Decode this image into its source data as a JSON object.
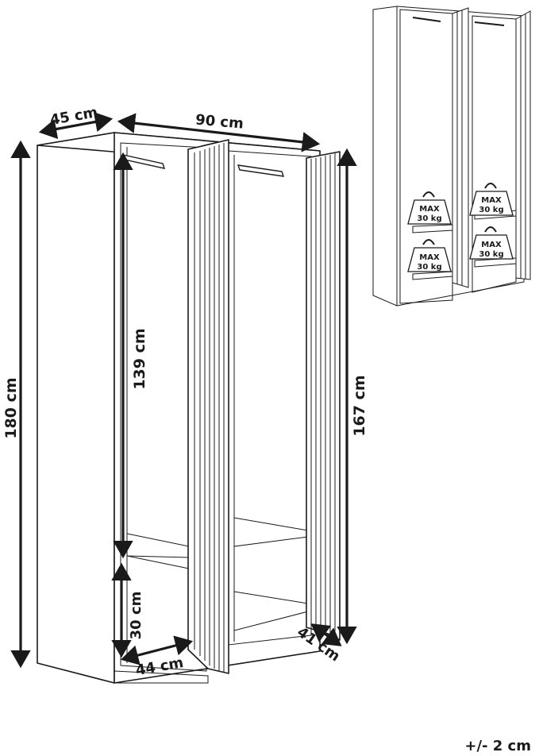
{
  "dimensions": {
    "depth_outer": "45 cm",
    "width": "90 cm",
    "height_total": "180 cm",
    "hanging_height": "139 cm",
    "door_height": "167 cm",
    "shelf_gap": "30 cm",
    "shelf_depth": "44 cm",
    "door_depth": "41 cm"
  },
  "weight_labels": [
    {
      "max": "MAX",
      "load": "30 kg"
    },
    {
      "max": "MAX",
      "load": "30 kg"
    },
    {
      "max": "MAX",
      "load": "30 kg"
    },
    {
      "max": "MAX",
      "load": "30 kg"
    }
  ],
  "tolerance": "+/- 2 cm"
}
